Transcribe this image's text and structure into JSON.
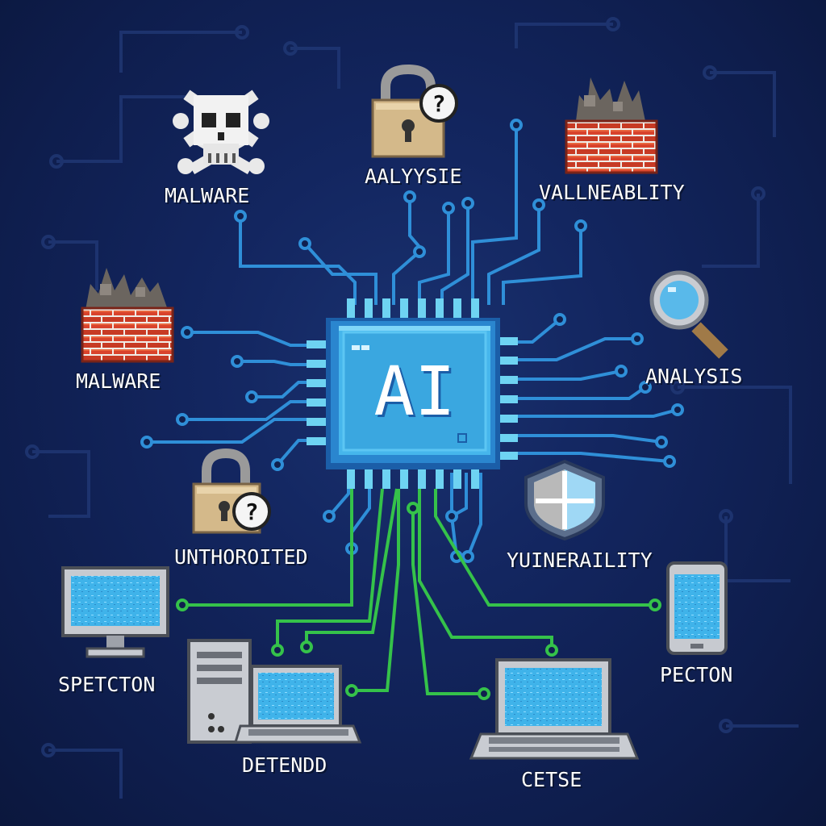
{
  "center_chip": {
    "label": "AI"
  },
  "nodes": {
    "malware_top": {
      "label": "MALWARE",
      "icon": "skull-crossbones-icon"
    },
    "analysis_top": {
      "label": "AALYYSIE",
      "icon": "padlock-question-icon"
    },
    "vulnerability_top": {
      "label": "VALLNEABLITY",
      "icon": "burning-firewall-icon"
    },
    "malware_left": {
      "label": "MALWARE",
      "icon": "burning-firewall-icon"
    },
    "analysis_right": {
      "label": "ANALYSIS",
      "icon": "magnifier-icon"
    },
    "unauthorized_left": {
      "label": "UNTHOROITED",
      "icon": "padlock-question-icon"
    },
    "vulnerability_right": {
      "label": "YUINERAILITY",
      "icon": "shield-icon"
    },
    "spetcton": {
      "label": "SPETCTON",
      "icon": "monitor-icon"
    },
    "pecton": {
      "label": "PECTON",
      "icon": "smartphone-icon"
    },
    "detendd": {
      "label": "DETENDD",
      "icon": "desktop-tower-laptop-icon"
    },
    "cetse": {
      "label": "CETSE",
      "icon": "laptop-icon"
    }
  },
  "colors": {
    "background": "#10204e",
    "chip": "#3aa7e0",
    "trace_blue": "#2f8fd8",
    "trace_green": "#35c24a",
    "label": "#ffffff"
  }
}
